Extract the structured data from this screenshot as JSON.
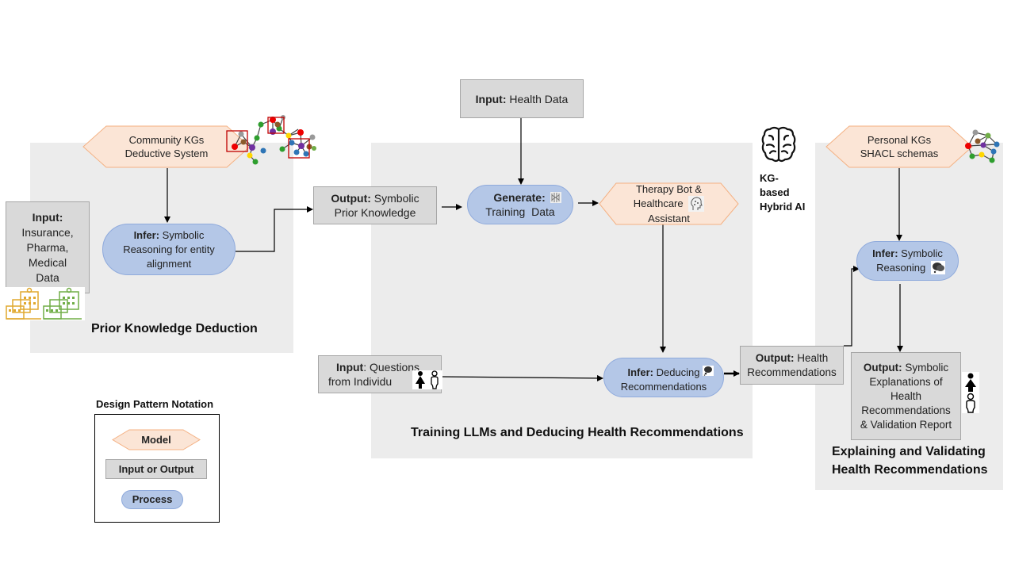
{
  "panels": {
    "prior": {
      "title": "Prior Knowledge Deduction"
    },
    "training": {
      "title": "Training LLMs and Deducing Health Recommendations"
    },
    "explaining": {
      "title_line1": "Explaining and Validating",
      "title_line2": "Health Recommendations"
    }
  },
  "nodes": {
    "community_kgs": {
      "line1": "Community KGs",
      "line2": "Deductive System"
    },
    "input_insurance": {
      "label": "Input:",
      "lines": [
        "Insurance,",
        "Pharma,",
        "Medical",
        "Data"
      ]
    },
    "infer_entity": {
      "label": "Infer:",
      "text1": " Symbolic",
      "line2": "Reasoning for entity",
      "line3": "alignment"
    },
    "output_prior": {
      "label": "Output:",
      "text1": " Symbolic",
      "line2": "Prior Knowledge"
    },
    "input_health": {
      "label": "Input:",
      "text": " Health Data"
    },
    "generate": {
      "label": "Generate:",
      "line2": "Training  Data"
    },
    "therapy_bot": {
      "line1": "Therapy Bot &",
      "line2": "Healthcare",
      "line3": "Assistant"
    },
    "input_questions": {
      "label": "Input",
      "text1": ": Questions",
      "line2": "from Individu"
    },
    "infer_deducing": {
      "label": "Infer:",
      "text1": " Deducing",
      "line2": "Recommendations"
    },
    "output_health_rec": {
      "label": "Output:",
      "text1": " Health",
      "line2": "Recommendations"
    },
    "personal_kgs": {
      "line1": "Personal KGs",
      "line2": "SHACL schemas"
    },
    "infer_symbolic": {
      "label": "Infer:",
      "text1": " Symbolic",
      "line2": "Reasoning"
    },
    "output_explanations": {
      "label": "Output:",
      "text1": " Symbolic",
      "lines": [
        "Explanations of",
        "Health",
        "Recommendations",
        "& Validation Report"
      ]
    }
  },
  "hybrid_ai": {
    "lines": [
      "KG-",
      "based",
      "Hybrid AI"
    ]
  },
  "legend": {
    "title": "Design Pattern Notation",
    "model": "Model",
    "io": "Input or Output",
    "process": "Process"
  },
  "colors": {
    "model_fill": "#fbe5d6",
    "model_stroke": "#f4b183",
    "io_fill": "#d9d9d9",
    "process_fill": "#b4c7e7",
    "panel_fill": "#ececec"
  }
}
